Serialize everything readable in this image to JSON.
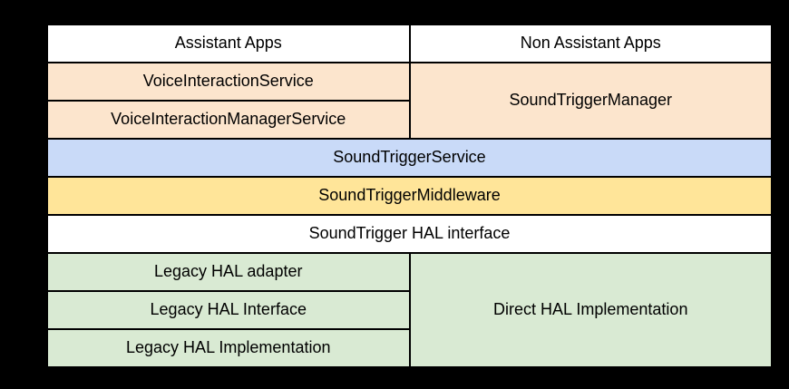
{
  "canvas": {
    "background": "#000000",
    "border_color": "#000000",
    "text_color": "#000000"
  },
  "cells": {
    "assistant_apps": {
      "label": "Assistant Apps",
      "color": "#ffffff"
    },
    "non_assistant_apps": {
      "label": "Non Assistant Apps",
      "color": "#ffffff"
    },
    "voice_interaction_service": {
      "label": "VoiceInteractionService",
      "color": "#fce5cd"
    },
    "voice_interaction_manager_service": {
      "label": "VoiceInteractionManagerService",
      "color": "#fce5cd"
    },
    "sound_trigger_manager": {
      "label": "SoundTriggerManager",
      "color": "#fce5cd"
    },
    "sound_trigger_service": {
      "label": "SoundTriggerService",
      "color": "#c9daf8"
    },
    "sound_trigger_middleware": {
      "label": "SoundTriggerMiddleware",
      "color": "#ffe599"
    },
    "sound_trigger_hal_interface": {
      "label": "SoundTrigger HAL interface",
      "color": "#ffffff"
    },
    "legacy_hal_adapter": {
      "label": "Legacy HAL adapter",
      "color": "#d9ead3"
    },
    "legacy_hal_interface": {
      "label": "Legacy HAL Interface",
      "color": "#d9ead3"
    },
    "legacy_hal_implementation": {
      "label": "Legacy HAL Implementation",
      "color": "#d9ead3"
    },
    "direct_hal_implementation": {
      "label": "Direct HAL Implementation",
      "color": "#d9ead3"
    }
  }
}
